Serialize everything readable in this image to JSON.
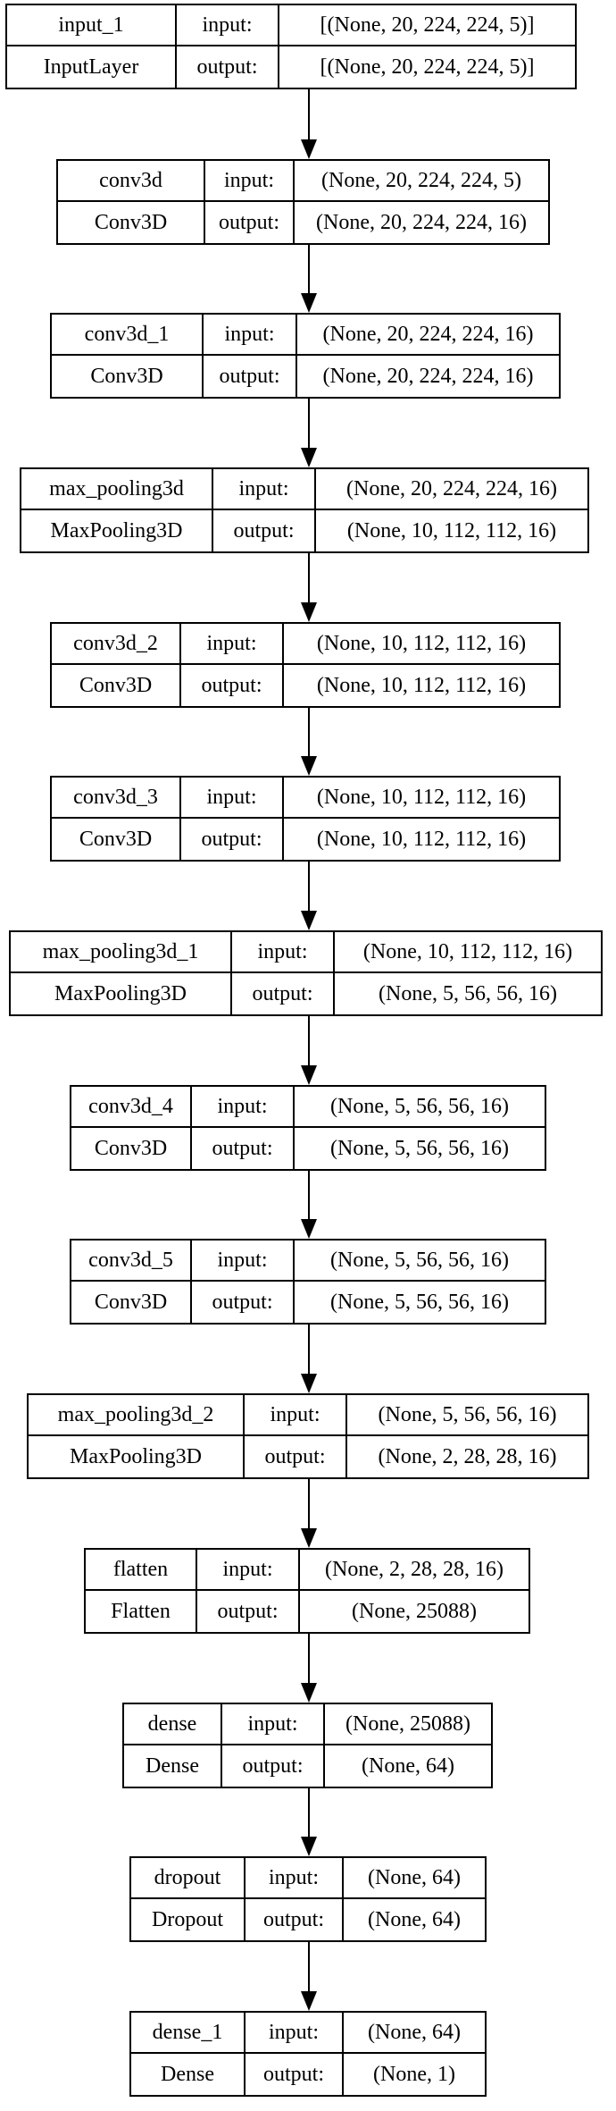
{
  "layers": [
    {
      "name": "input_1",
      "type": "InputLayer",
      "input_label": "input:",
      "output_label": "output:",
      "input_shape": "[(None, 20, 224, 224, 5)]",
      "output_shape": "[(None, 20, 224, 224, 5)]"
    },
    {
      "name": "conv3d",
      "type": "Conv3D",
      "input_label": "input:",
      "output_label": "output:",
      "input_shape": "(None, 20, 224, 224, 5)",
      "output_shape": "(None, 20, 224, 224, 16)"
    },
    {
      "name": "conv3d_1",
      "type": "Conv3D",
      "input_label": "input:",
      "output_label": "output:",
      "input_shape": "(None, 20, 224, 224, 16)",
      "output_shape": "(None, 20, 224, 224, 16)"
    },
    {
      "name": "max_pooling3d",
      "type": "MaxPooling3D",
      "input_label": "input:",
      "output_label": "output:",
      "input_shape": "(None, 20, 224, 224, 16)",
      "output_shape": "(None, 10, 112, 112, 16)"
    },
    {
      "name": "conv3d_2",
      "type": "Conv3D",
      "input_label": "input:",
      "output_label": "output:",
      "input_shape": "(None, 10, 112, 112, 16)",
      "output_shape": "(None, 10, 112, 112, 16)"
    },
    {
      "name": "conv3d_3",
      "type": "Conv3D",
      "input_label": "input:",
      "output_label": "output:",
      "input_shape": "(None, 10, 112, 112, 16)",
      "output_shape": "(None, 10, 112, 112, 16)"
    },
    {
      "name": "max_pooling3d_1",
      "type": "MaxPooling3D",
      "input_label": "input:",
      "output_label": "output:",
      "input_shape": "(None, 10, 112, 112, 16)",
      "output_shape": "(None, 5, 56, 56, 16)"
    },
    {
      "name": "conv3d_4",
      "type": "Conv3D",
      "input_label": "input:",
      "output_label": "output:",
      "input_shape": "(None, 5, 56, 56, 16)",
      "output_shape": "(None, 5, 56, 56, 16)"
    },
    {
      "name": "conv3d_5",
      "type": "Conv3D",
      "input_label": "input:",
      "output_label": "output:",
      "input_shape": "(None, 5, 56, 56, 16)",
      "output_shape": "(None, 5, 56, 56, 16)"
    },
    {
      "name": "max_pooling3d_2",
      "type": "MaxPooling3D",
      "input_label": "input:",
      "output_label": "output:",
      "input_shape": "(None, 5, 56, 56, 16)",
      "output_shape": "(None, 2, 28, 28, 16)"
    },
    {
      "name": "flatten",
      "type": "Flatten",
      "input_label": "input:",
      "output_label": "output:",
      "input_shape": "(None, 2, 28, 28, 16)",
      "output_shape": "(None, 25088)"
    },
    {
      "name": "dense",
      "type": "Dense",
      "input_label": "input:",
      "output_label": "output:",
      "input_shape": "(None, 25088)",
      "output_shape": "(None, 64)"
    },
    {
      "name": "dropout",
      "type": "Dropout",
      "input_label": "input:",
      "output_label": "output:",
      "input_shape": "(None, 64)",
      "output_shape": "(None, 64)"
    },
    {
      "name": "dense_1",
      "type": "Dense",
      "input_label": "input:",
      "output_label": "output:",
      "input_shape": "(None, 64)",
      "output_shape": "(None, 1)"
    }
  ]
}
